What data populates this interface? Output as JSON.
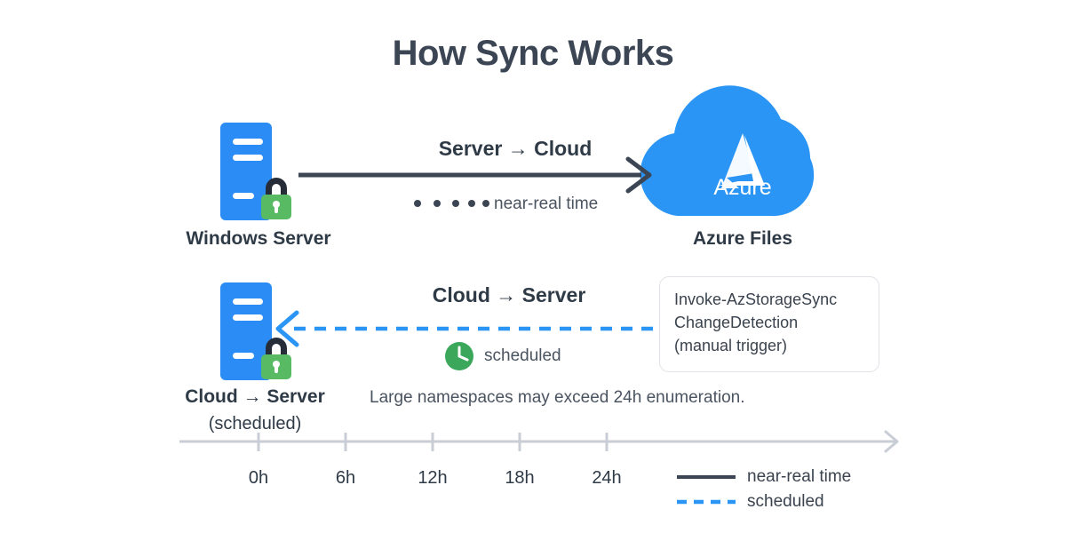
{
  "title": "How Sync Works",
  "nodes": {
    "server_top": {
      "label": "Windows Server",
      "icon": "server-icon",
      "badge_icon": "lock-icon"
    },
    "cloud": {
      "label": "Azure Files",
      "icon": "cloud-icon",
      "brand_text": "Azure",
      "logo_icon": "azure-logo-icon"
    },
    "server_bottom": {
      "label": "Cloud → Server",
      "sublabel": "(scheduled)",
      "icon": "server-icon",
      "badge_icon": "lock-icon"
    }
  },
  "flows": {
    "upload": {
      "label": "Server → Cloud",
      "cadence": "near-real time",
      "style": "solid",
      "color": "#3b4553",
      "direction": "right",
      "dots": 5
    },
    "download": {
      "label": "Cloud → Server",
      "cadence": "scheduled",
      "style": "dashed",
      "color": "#2b95f5",
      "direction": "left",
      "badge_icon": "clock-icon"
    }
  },
  "callout": {
    "line1": "Invoke-AzStorageSync",
    "line2": "ChangeDetection",
    "line3": "(manual trigger)"
  },
  "note": "Large namespaces may exceed 24h enumeration.",
  "timeline": {
    "ticks": [
      "0h",
      "6h",
      "12h",
      "18h",
      "24h"
    ],
    "axis_color": "#c8cdd6",
    "arrow_icon": "arrow-right-icon"
  },
  "legend": {
    "items": [
      {
        "label": "near-real time",
        "style": "solid",
        "color": "#3b4553"
      },
      {
        "label": "scheduled",
        "style": "dashed",
        "color": "#2b95f5"
      }
    ]
  },
  "colors": {
    "server_blue": "#2b8cf5",
    "cloud_blue": "#2b95f5",
    "lock_green": "#58bb63",
    "lock_shackle": "#262d38",
    "text_dark": "#2f3a47",
    "text_muted": "#4a5360",
    "axis_gray": "#c8cdd6",
    "border_gray": "#dfe3e8"
  }
}
